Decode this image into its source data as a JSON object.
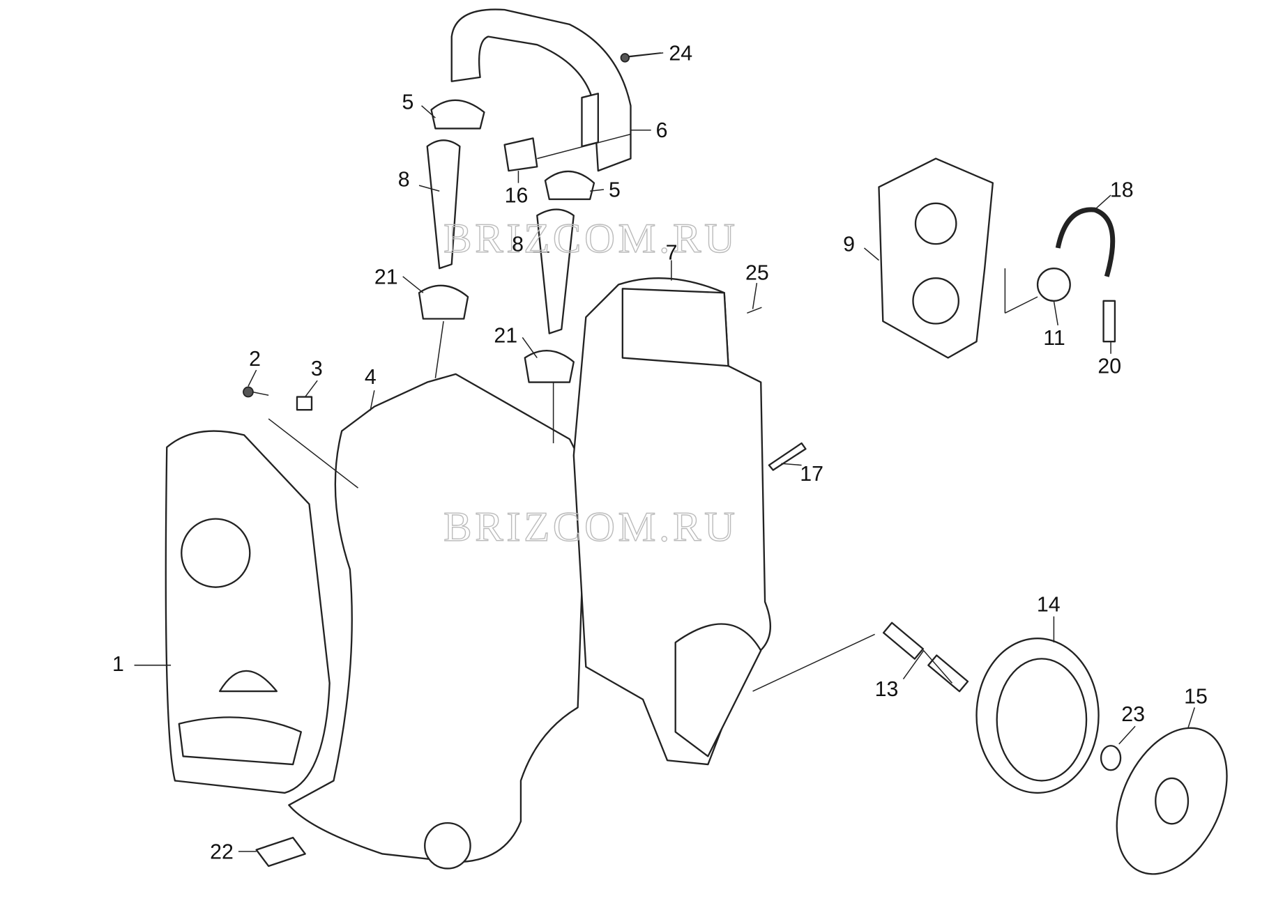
{
  "diagram": {
    "title": "Exploded parts diagram",
    "watermark": "BRIZCOM.RU",
    "labels": [
      "1",
      "2",
      "3",
      "4",
      "5",
      "5",
      "6",
      "7",
      "8",
      "8",
      "9",
      "11",
      "13",
      "14",
      "15",
      "16",
      "17",
      "18",
      "20",
      "21",
      "21",
      "22",
      "23",
      "24",
      "25"
    ]
  }
}
